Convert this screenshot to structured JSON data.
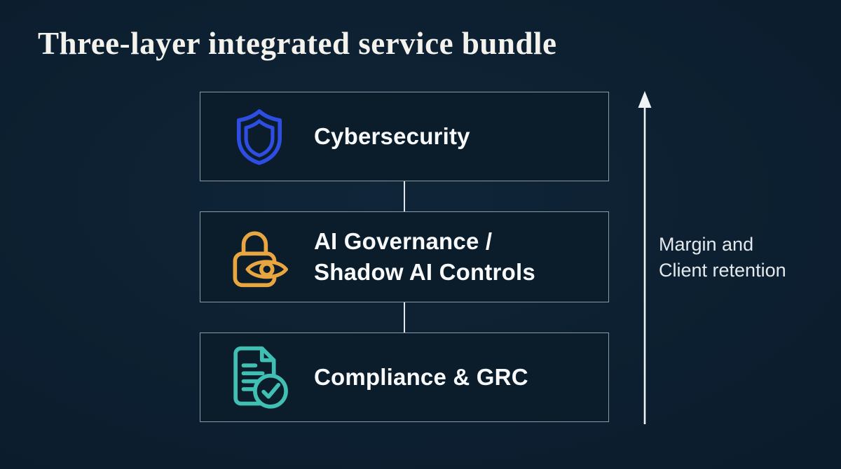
{
  "title": "Three-layer integrated service bundle",
  "layers": [
    {
      "id": "cybersecurity",
      "icon": "shield-icon",
      "lines": [
        "Cybersecurity"
      ]
    },
    {
      "id": "ai-governance",
      "icon": "lock-eye-icon",
      "lines": [
        "AI Governance /",
        "Shadow AI Controls"
      ]
    },
    {
      "id": "compliance-grc",
      "icon": "document-check-icon",
      "lines": [
        "Compliance & GRC"
      ]
    }
  ],
  "arrow": {
    "direction": "up",
    "label_lines": [
      "Margin and",
      "Client retention"
    ]
  },
  "colors": {
    "background": "#0d2031",
    "box_fill": "#0b1c2b",
    "box_border": "#8a99a5",
    "connector": "#dfe5ea",
    "arrow": "#eef3f5",
    "title_text": "#f4f2ec",
    "label_text": "#f7f9fa",
    "axis_text": "#e3e9ed",
    "shield_blue": "#2d4de3",
    "lock_amber": "#e8a640",
    "doc_teal": "#40bfb3"
  }
}
